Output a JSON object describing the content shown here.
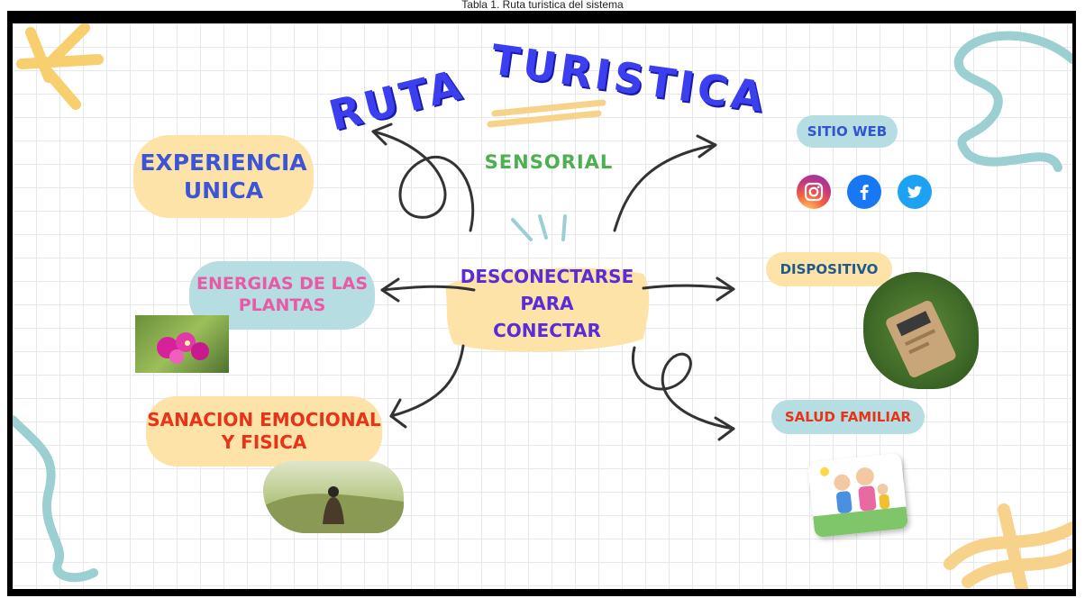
{
  "caption": "Tabla 1. Ruta turistica del sistema",
  "title": {
    "word1": "RUTA",
    "word2": "TURISTICA",
    "subtitle": "SENSORIAL"
  },
  "center": {
    "line1": "DESCONECTARSE",
    "line2": "PARA",
    "line3": "CONECTAR"
  },
  "left_nodes": [
    {
      "line1": "EXPERIENCIA",
      "line2": "UNICA"
    },
    {
      "line1": "ENERGIAS DE LAS",
      "line2": "PLANTAS"
    },
    {
      "line1": "SANACION EMOCIONAL",
      "line2": "Y FISICA"
    }
  ],
  "right_nodes": [
    {
      "label": "SITIO WEB"
    },
    {
      "label": "DISPOSITIVO"
    },
    {
      "label": "SALUD FAMILIAR"
    }
  ],
  "icons": [
    "instagram-icon",
    "facebook-icon",
    "twitter-icon"
  ],
  "colors": {
    "title": "#3b3ff0",
    "subtitle": "#4caf50",
    "center_text": "#5a2bd6",
    "pill_yellow": "#fde3a7",
    "pill_blue": "#b6dde2",
    "red_text": "#e8331b",
    "pink_text": "#e85aa5",
    "blue_text": "#3b55d6"
  }
}
